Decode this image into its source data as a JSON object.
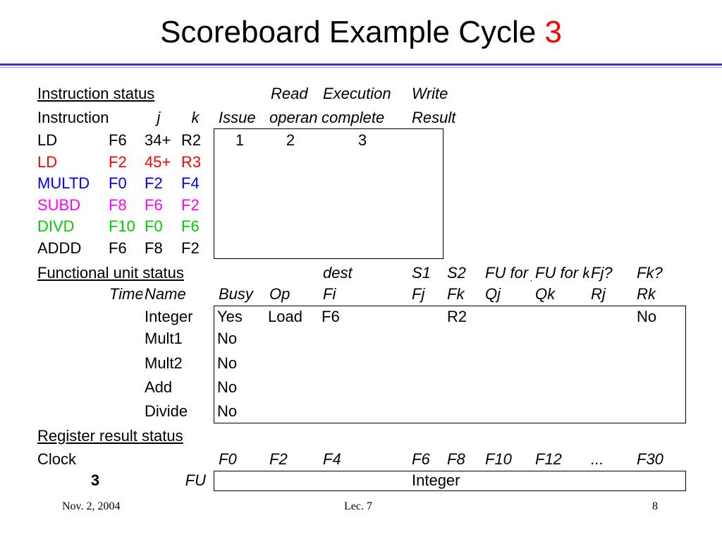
{
  "slide": {
    "title_prefix": "Scoreboard Example Cycle ",
    "title_cycle": "3",
    "footer": {
      "date": "Nov. 2, 2004",
      "lecture": "Lec. 7",
      "page": "8"
    }
  },
  "colors": {
    "red": "#ff0000",
    "blue": "#0000ff",
    "magenta": "#ff00ff",
    "green": "#00cc00",
    "black": "#000000",
    "rule": "#3b3bc4"
  },
  "instruction_status": {
    "section_label": "Instruction status ",
    "header_top": {
      "read": "Read",
      "execution": "Execution",
      "write": "Write"
    },
    "header": {
      "instruction": "Instruction",
      "j": "j",
      "k": "k",
      "issue": "Issue",
      "read": "operands",
      "execution": "complete",
      "write": "Result"
    },
    "rows": [
      {
        "op": "LD",
        "dest": "F6",
        "j": "34+",
        "k": "R2",
        "issue": "1",
        "read": "2",
        "exec": "3",
        "write": "",
        "color": "#000000"
      },
      {
        "op": "LD",
        "dest": "F2",
        "j": "45+",
        "k": "R3",
        "issue": "",
        "read": "",
        "exec": "",
        "write": "",
        "color": "#ff0000"
      },
      {
        "op": "MULTD",
        "dest": "F0",
        "j": "F2",
        "k": "F4",
        "issue": "",
        "read": "",
        "exec": "",
        "write": "",
        "color": "#0000ff"
      },
      {
        "op": "SUBD",
        "dest": "F8",
        "j": "F6",
        "k": "F2",
        "issue": "",
        "read": "",
        "exec": "",
        "write": "",
        "color": "#ff00ff"
      },
      {
        "op": "DIVD",
        "dest": "F10",
        "j": "F0",
        "k": "F6",
        "issue": "",
        "read": "",
        "exec": "",
        "write": "",
        "color": "#00cc00"
      },
      {
        "op": "ADDD",
        "dest": "F6",
        "j": "F8",
        "k": "F2",
        "issue": "",
        "read": "",
        "exec": "",
        "write": "",
        "color": "#000000"
      }
    ]
  },
  "functional_unit_status": {
    "section_label": "Functional unit status",
    "header_top": {
      "dest": "dest",
      "s1": "S1",
      "s2": "S2",
      "fu_j": "FU for j",
      "fu_k": "FU for k",
      "fj": "Fj?",
      "fk": "Fk?"
    },
    "header": {
      "time": "Time",
      "name": "Name",
      "busy": "Busy",
      "op": "Op",
      "fi": "Fi",
      "fj": "Fj",
      "fk": "Fk",
      "qj": "Qj",
      "qk": "Qk",
      "rj": "Rj",
      "rk": "Rk"
    },
    "rows": [
      {
        "time": "",
        "name": "Integer",
        "busy": "Yes",
        "op": "Load",
        "fi": "F6",
        "fj": "",
        "fk": "R2",
        "qj": "",
        "qk": "",
        "rj": "",
        "rk": "No"
      },
      {
        "time": "",
        "name": "Mult1",
        "busy": "No",
        "op": "",
        "fi": "",
        "fj": "",
        "fk": "",
        "qj": "",
        "qk": "",
        "rj": "",
        "rk": ""
      },
      {
        "time": "",
        "name": "Mult2",
        "busy": "No",
        "op": "",
        "fi": "",
        "fj": "",
        "fk": "",
        "qj": "",
        "qk": "",
        "rj": "",
        "rk": ""
      },
      {
        "time": "",
        "name": "Add",
        "busy": "No",
        "op": "",
        "fi": "",
        "fj": "",
        "fk": "",
        "qj": "",
        "qk": "",
        "rj": "",
        "rk": ""
      },
      {
        "time": "",
        "name": "Divide",
        "busy": "No",
        "op": "",
        "fi": "",
        "fj": "",
        "fk": "",
        "qj": "",
        "qk": "",
        "rj": "",
        "rk": ""
      }
    ]
  },
  "register_result_status": {
    "section_label": "Register result status",
    "clock_label": "Clock",
    "clock_value": "3",
    "fu_label": "FU",
    "registers": [
      {
        "name": "F0",
        "fu": ""
      },
      {
        "name": "F2",
        "fu": ""
      },
      {
        "name": "F4",
        "fu": ""
      },
      {
        "name": "F6",
        "fu": "Integer"
      },
      {
        "name": "F8",
        "fu": ""
      },
      {
        "name": "F10",
        "fu": ""
      },
      {
        "name": "F12",
        "fu": ""
      },
      {
        "name": "...",
        "fu": ""
      },
      {
        "name": "F30",
        "fu": ""
      }
    ]
  }
}
